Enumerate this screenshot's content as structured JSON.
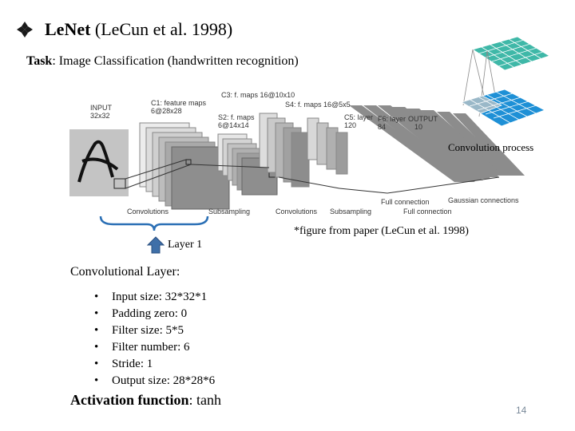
{
  "slide": {
    "title_bold": "LeNet",
    "title_rest": "(LeCun et al. 1998)",
    "task_label": "Task",
    "task_text": ": Image Classification (handwritten recognition)",
    "figure_labels": {
      "input": "INPUT",
      "input_size": "32x32",
      "c1": "C1: feature maps",
      "c1_size": "6@28x28",
      "c3": "C3: f. maps 16@10x10",
      "s2": "S2: f. maps",
      "s2_size": "6@14x14",
      "s4": "S4: f. maps 16@5x5",
      "c5": "C5: layer",
      "c5_size": "120",
      "f6": "F6: layer",
      "f6_size": "84",
      "output": "OUTPUT",
      "output_size": "10",
      "bottom": [
        "Convolutions",
        "Subsampling",
        "Convolutions",
        "Subsampling",
        "Full connection",
        "Full connection",
        "Gaussian connections"
      ]
    },
    "conv_caption": "Convolution process",
    "layer_label": "Layer 1",
    "credit": "*figure from paper (LeCun et al. 1998)",
    "conv_layer_heading": "Convolutional Layer:",
    "bullet_char": "•",
    "bullets": [
      "Input size: 32*32*1",
      "Padding zero: 0",
      "Filter size: 5*5",
      "Filter number: 6",
      "Stride: 1",
      "Output size: 28*28*6"
    ],
    "activation_label": "Activation function",
    "activation_value": ": tanh",
    "page_number": "14",
    "colors": {
      "teal": "#3fb8a8",
      "blue": "#1e90d6",
      "gray_panel": "#bdbdbd",
      "dark_gray": "#8c8c8c",
      "brace": "#2a6fb5",
      "arrow": "#3f6fa8"
    }
  }
}
